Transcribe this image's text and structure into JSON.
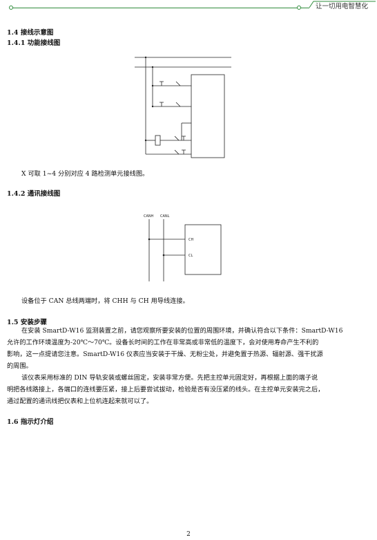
{
  "header": {
    "title": "让一切用电智慧化"
  },
  "sections": {
    "s14": {
      "title": "1.4 接线示意图"
    },
    "s141": {
      "title": "1.4.1 功能接线图",
      "caption": "X 可取 1~4 分别对应 4 路检测单元接线图。"
    },
    "s142": {
      "title": "1.4.2 通讯接线图",
      "labels": {
        "canh": "CANH",
        "canl": "CANL",
        "ch": "CH",
        "cl": "CL"
      },
      "caption": "设备位于 CAN 总线两端时，将 CHH 与 CH 用导线连接。"
    },
    "s15": {
      "title": "1.5 安装步骤",
      "p1_l1": "在安装 SmartD-W16 监测装置之前，请您观察所要安装的位置的周围环境，并确认符合以下条件：SmartD-W16",
      "p1_l2": "允许的工作环境温度为-20℃～70℃。设备长时间的工作在非常高或非常低的温度下，会对使用寿命产生不利的",
      "p1_l3": "影响，这一点提请您注意。SmartD-W16 仪表应当安装于干燥、无粉尘处，并避免置于热源、辐射源、强干扰源",
      "p1_l4": "的周围。",
      "p2_l1": "该仪表采用标准的 DIN 导轨安装或螺丝固定，安装非常方便。先把主控单元固定好，再根据上面的端子说",
      "p2_l2": "明把各线路接上，各端口的连线要压紧，接上后要尝试拔动，检验是否有没压紧的线头。在主控单元安装完之后，",
      "p2_l3": "通过配置的通讯线把仪表和上位机连起来就可以了。"
    },
    "s16": {
      "title": "1.6 指示灯介绍"
    }
  },
  "footer": {
    "page_number": "2"
  },
  "colors": {
    "accent": "#2e8b3a"
  }
}
